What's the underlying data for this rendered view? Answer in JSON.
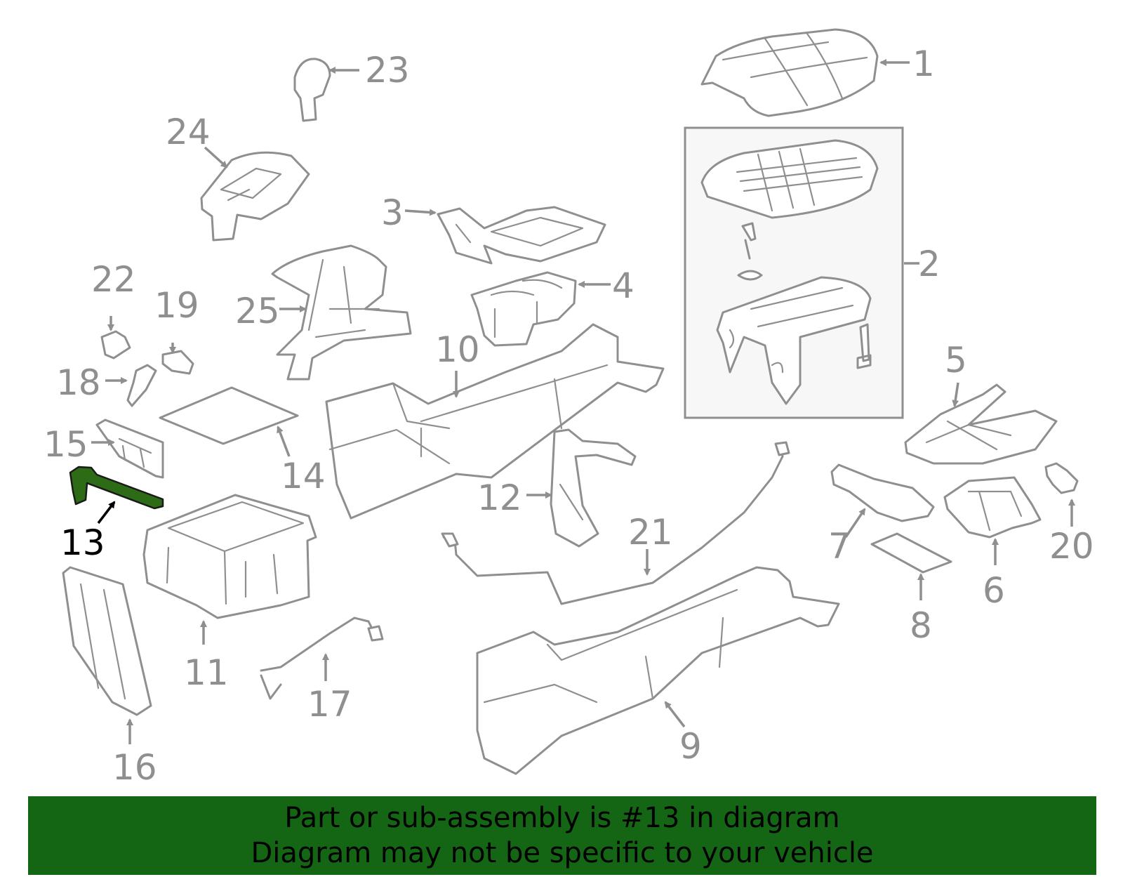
{
  "callouts": {
    "c1": "1",
    "c2": "2",
    "c3": "3",
    "c4": "4",
    "c5": "5",
    "c6": "6",
    "c7": "7",
    "c8": "8",
    "c9": "9",
    "c10": "10",
    "c11": "11",
    "c12": "12",
    "c13": "13",
    "c14": "14",
    "c15": "15",
    "c16": "16",
    "c17": "17",
    "c18": "18",
    "c19": "19",
    "c20": "20",
    "c21": "21",
    "c22": "22",
    "c23": "23",
    "c24": "24",
    "c25": "25"
  },
  "highlighted_part": "13",
  "colors": {
    "line_art": "#8f8f8f",
    "highlight_part": "#2e6b16",
    "banner_background": "#146614",
    "banner_text": "#000000"
  },
  "banner": {
    "line1": "Part or sub-assembly is #13 in diagram",
    "line2": "Diagram may not be specific to your vehicle"
  }
}
